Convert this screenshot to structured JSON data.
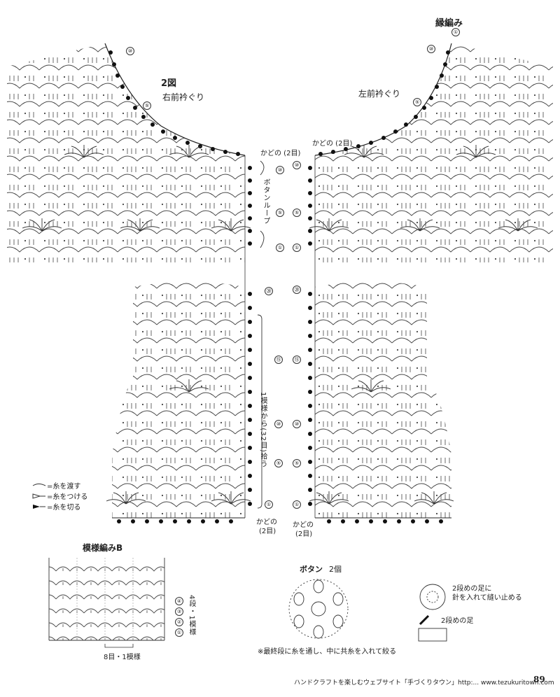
{
  "titles": {
    "figure": "2図",
    "right_neck": "右前衿ぐり",
    "left_neck": "左前衿ぐり",
    "edging": "縁編み",
    "pattern_b": "模様編みB",
    "button": "ボタン",
    "button_count": "2個"
  },
  "annotations": {
    "kadono_top_r": "かどの (2目)",
    "kadono_top_l": "かどの (2目)",
    "button_loop": "ボタンループ",
    "pick_up": "1模様から(32目)拾う",
    "kadono_bot_r_1": "かどの",
    "kadono_bot_r_2": "(2目)",
    "kadono_bot_l_1": "かどの",
    "kadono_bot_l_2": "(2目)",
    "repeat_rows": "4段・1模様",
    "repeat_stitches": "8目・1模様",
    "final_round_note": "※最終段に糸を通し、中に共糸を入れて絞る",
    "button_sew_note_1": "2段めの足に",
    "button_sew_note_2": "針を入れて縫い止める",
    "second_row_leg": "2段めの足"
  },
  "legend": [
    {
      "symbol": "pass-yarn-icon",
      "text": "=糸を渡す"
    },
    {
      "symbol": "attach-yarn-icon",
      "text": "=糸をつける"
    },
    {
      "symbol": "cut-yarn-icon",
      "text": "=糸を切る"
    }
  ],
  "row_numbers": {
    "r10": "⑩",
    "r5": "⑤",
    "r1": "①",
    "r20": "⑳",
    "r15": "⑮",
    "r2": "②",
    "r3": "③",
    "r4": "④"
  },
  "footer": {
    "site": "ハンドクラフトを楽しむウェブサイト「手づくりタウン」http:... www.tezukuritown.com",
    "page": "89"
  }
}
